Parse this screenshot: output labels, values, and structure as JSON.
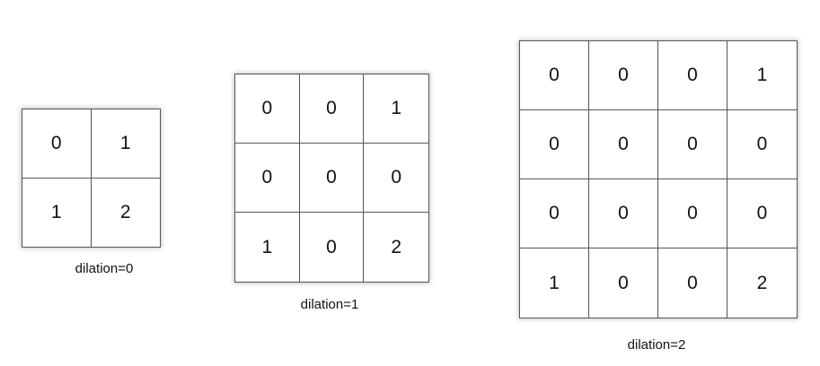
{
  "panels": [
    {
      "caption": "dilation=0",
      "cells": [
        "0",
        "1",
        "1",
        "2"
      ]
    },
    {
      "caption": "dilation=1",
      "cells": [
        "0",
        "0",
        "1",
        "0",
        "0",
        "0",
        "1",
        "0",
        "2"
      ]
    },
    {
      "caption": "dilation=2",
      "cells": [
        "0",
        "0",
        "0",
        "1",
        "0",
        "0",
        "0",
        "0",
        "0",
        "0",
        "0",
        "0",
        "1",
        "0",
        "0",
        "2"
      ]
    }
  ]
}
